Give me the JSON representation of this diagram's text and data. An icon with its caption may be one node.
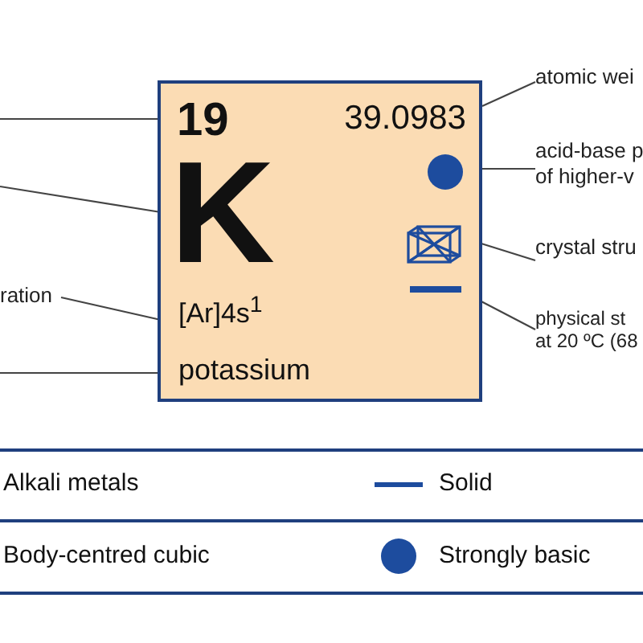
{
  "diagram": {
    "nodes": [
      {
        "text": [],
        "shape": "box"
      },
      {
        "text": [
          "19"
        ],
        "in": 0
      },
      {
        "text": [
          "39.0983"
        ],
        "in": 0
      },
      {
        "text": [
          "K"
        ],
        "in": 0
      },
      {
        "text": [],
        "shape": "circle",
        "in": 0
      },
      {
        "text": [],
        "shape": "cube",
        "in": 0
      },
      {
        "text": [],
        "shape": "bar",
        "in": 0
      },
      {
        "text": [
          "[Ar]4s$^{1}$"
        ],
        "in": 0
      },
      {
        "text": [
          "potassium"
        ],
        "in": 0
      },
      {
        "text": [
          "atomic wei"
        ]
      },
      {
        "text": [
          "acid-base p of higher-v"
        ]
      },
      {
        "text": [
          "crystal stru"
        ]
      },
      {
        "text": [
          "physical st at 20 ºC (68"
        ]
      },
      {
        "text": [
          "ration"
        ]
      }
    ],
    "edges": [
      {
        "from": null,
        "to": 1,
        "arrow": "none"
      },
      {
        "from": null,
        "to": 3,
        "arrow": "none"
      },
      {
        "from": 13,
        "to": 7,
        "arrow": "none"
      },
      {
        "from": null,
        "to": 8,
        "arrow": "none"
      },
      {
        "from": 9,
        "to": 2,
        "arrow": "none"
      },
      {
        "from": 10,
        "to": 4,
        "arrow": "none"
      },
      {
        "from": 11,
        "to": 5,
        "arrow": "none"
      },
      {
        "from": 12,
        "to": 6,
        "arrow": "none"
      }
    ],
    "labels": [
      "Alkali metals",
      "Body-centred cubic"
    ],
    "legend": [
      {
        "text": "Solid"
      },
      {
        "text": "Strongly basic",
        "color": "#1d4c9e"
      }
    ]
  }
}
